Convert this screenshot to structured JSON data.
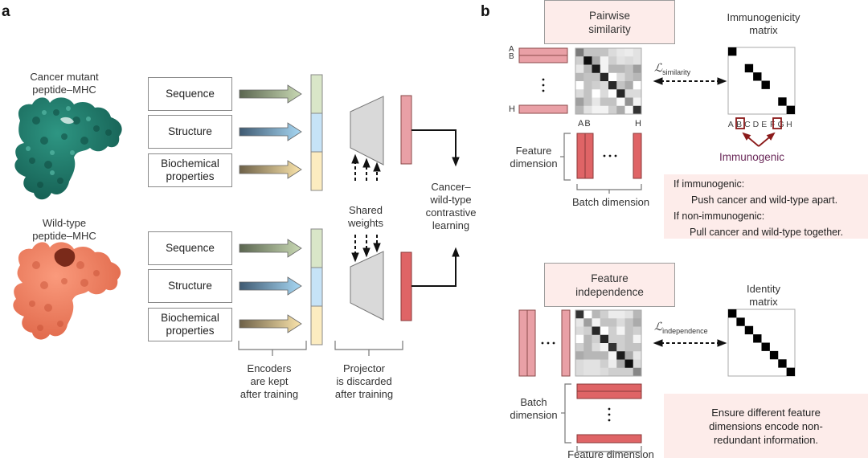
{
  "panel_a": {
    "label": "a",
    "cancer": {
      "title_line1": "Cancer mutant",
      "title_line2": "peptide–MHC",
      "color": "#1f7a6a"
    },
    "wildtype": {
      "title_line1": "Wild-type",
      "title_line2": "peptide–MHC",
      "color": "#f08060",
      "patch_color": "#7a2a1a"
    },
    "encoders": [
      {
        "label_line1": "Sequence",
        "label_line2": "",
        "fill": "#d9e6c8"
      },
      {
        "label_line1": "Structure",
        "label_line2": "",
        "fill": "#c6e3f7"
      },
      {
        "label_line1": "Biochemical",
        "label_line2": "properties",
        "fill": "#fcecc0"
      }
    ],
    "shared_weights": {
      "line1": "Shared",
      "line2": "weights"
    },
    "contrastive": {
      "line1": "Cancer–",
      "line2": "wild-type",
      "line3": "contrastive",
      "line4": "learning"
    },
    "encoders_note": {
      "line1": "Encoders",
      "line2": "are kept",
      "line3": "after training"
    },
    "projector_note": {
      "line1": "Projector",
      "line2": "is discarded",
      "line3": "after training"
    },
    "embedding_cancer_color": "#e9a0a6",
    "embedding_wildtype_color": "#df6466"
  },
  "panel_b": {
    "label": "b",
    "similarity": {
      "title_line1": "Pairwise",
      "title_line2": "similarity",
      "row_labels": {
        "first": "A",
        "second": "B",
        "last": "H"
      },
      "col_labels": {
        "first": "A",
        "second": "B",
        "last": "H"
      },
      "feature_dimension_line1": "Feature",
      "feature_dimension_line2": "dimension",
      "batch_dimension": "Batch dimension",
      "loss_symbol": "ℒ",
      "loss_subscript": "similarity",
      "target_title_line1": "Immunogenicity",
      "target_title_line2": "matrix",
      "target_axis_labels": [
        "A",
        "B",
        "C",
        "D",
        "E",
        "F",
        "G",
        "H"
      ],
      "highlighted": [
        "B",
        "F"
      ],
      "immunogenic_label": "Immunogenic",
      "immunogenic_color": "#6b2a5a",
      "highlight_color": "#8b1a1a",
      "matrix_values": [
        [
          0.55,
          0.25,
          0.25,
          0.25,
          0.15,
          0.1,
          0.08,
          0.12
        ],
        [
          0.2,
          1.0,
          0.35,
          0.05,
          0.2,
          0.12,
          0.15,
          0.12
        ],
        [
          0.1,
          0.3,
          0.95,
          0.05,
          0.3,
          0.3,
          0.25,
          0.4
        ],
        [
          0.3,
          0.25,
          0.25,
          0.9,
          0.0,
          0.15,
          0.25,
          0.3
        ],
        [
          0.0,
          0.25,
          0.2,
          0.15,
          0.9,
          0.25,
          0.35,
          0.0
        ],
        [
          0.15,
          0.25,
          0.0,
          0.15,
          0.0,
          0.9,
          0.15,
          0.15
        ],
        [
          0.4,
          0.25,
          0.1,
          0.25,
          0.25,
          0.02,
          0.45,
          0.05
        ],
        [
          0.3,
          0.12,
          0.05,
          0.05,
          0.2,
          0.35,
          0.02,
          0.85
        ]
      ],
      "target_diagonal": [
        1,
        0,
        1,
        1,
        1,
        0,
        1,
        1
      ],
      "note": {
        "line1": "If immunogenic:",
        "line2": "Push cancer and wild-type apart.",
        "line3": "If non-immunogenic:",
        "line4": "Pull cancer and wild-type together."
      }
    },
    "independence": {
      "title_line1": "Feature",
      "title_line2": "independence",
      "batch_dimension_line1": "Batch",
      "batch_dimension_line2": "dimension",
      "feature_dimension": "Feature dimension",
      "loss_symbol": "ℒ",
      "loss_subscript": "independence",
      "target_title_line1": "Identity",
      "target_title_line2": "matrix",
      "matrix_values": [
        [
          0.85,
          0.0,
          0.3,
          0.2,
          0.08,
          0.08,
          0.12,
          0.3
        ],
        [
          0.1,
          0.4,
          0.05,
          0.25,
          0.25,
          0.15,
          0.25,
          0.35
        ],
        [
          0.15,
          0.2,
          0.9,
          0.0,
          0.2,
          0.05,
          0.25,
          0.2
        ],
        [
          0.0,
          0.3,
          0.2,
          0.9,
          0.2,
          0.2,
          0.25,
          0.05
        ],
        [
          0.2,
          0.3,
          0.15,
          0.05,
          0.85,
          0.2,
          0.25,
          0.25
        ],
        [
          0.35,
          0.3,
          0.3,
          0.3,
          0.05,
          0.95,
          0.35,
          0.1
        ],
        [
          0.15,
          0.12,
          0.12,
          0.2,
          0.08,
          0.35,
          1.0,
          0.15
        ],
        [
          0.15,
          0.12,
          0.12,
          0.15,
          0.2,
          0.2,
          0.2,
          0.5
        ]
      ],
      "note": {
        "line1": "Ensure different feature",
        "line2": "dimensions encode non-",
        "line3": "redundant information."
      }
    },
    "embedding_light_color": "#e9a0a6",
    "embedding_dark_color": "#df6466",
    "title_box_fill": "#fdecea"
  }
}
